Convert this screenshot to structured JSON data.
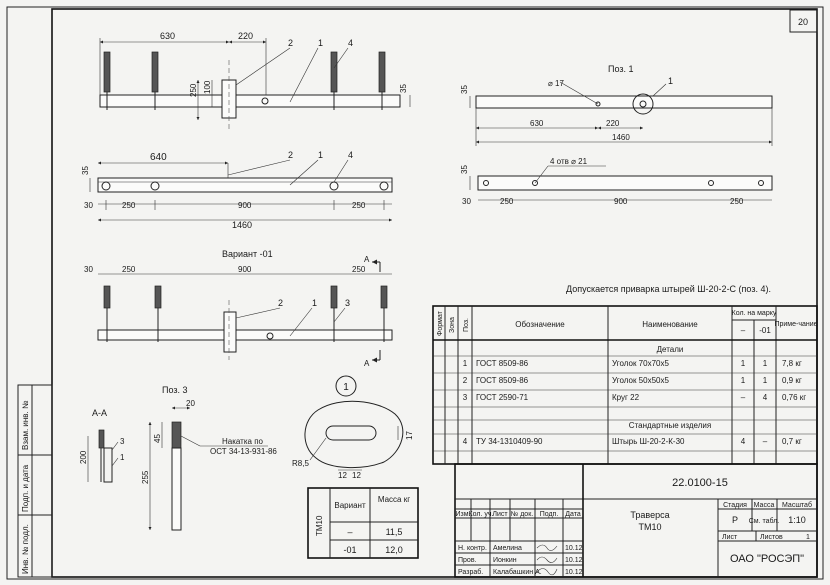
{
  "sheet": {
    "page_number": "20",
    "note": "Допускается приварка штырей Ш-20-2-С (поз. 4).",
    "doc_code": "22.0100-15"
  },
  "views": {
    "pos1_title": "Поз. 1",
    "variant_title": "Вариант -01",
    "pos3_title": "Поз. 3",
    "section_label": "А-А",
    "section_mark": "А",
    "detail_circle": "1",
    "holes_label": "4 отв ⌀ 21",
    "diam_label": "⌀ 17",
    "weld_note_1": "Накатка по",
    "weld_note_2": "ОСТ 34-13-931-86",
    "radius_label": "R8,5"
  },
  "dims": {
    "d630": "630",
    "d220": "220",
    "d250": "250",
    "d100": "100",
    "d35": "35",
    "d640": "640",
    "d900": "900",
    "d1460": "1460",
    "d30": "30",
    "d20": "20",
    "d200": "200",
    "d45": "45",
    "d255": "255",
    "d17": "17",
    "d12": "12",
    "pos_1": "1",
    "pos_2": "2",
    "pos_3": "3",
    "pos_4": "4"
  },
  "spec": {
    "headers": {
      "format": "Формат",
      "zone": "Зона",
      "pos": "Поз.",
      "designation": "Обозначение",
      "name": "Наименование",
      "qty": "Кол. на марку",
      "qty_a": "–",
      "qty_b": "-01",
      "remark": "Приме-чание"
    },
    "sections": [
      "Детали",
      "Стандартные изделия"
    ],
    "rows": [
      {
        "pos": "1",
        "designation": "ГОСТ 8509-86",
        "name": "Уголок 70х70х5",
        "q1": "1",
        "q2": "1",
        "note": "7,8 кг"
      },
      {
        "pos": "2",
        "designation": "ГОСТ 8509-86",
        "name": "Уголок 50х50х5",
        "q1": "1",
        "q2": "1",
        "note": "0,9 кг"
      },
      {
        "pos": "3",
        "designation": "ГОСТ 2590-71",
        "name": "Круг 22",
        "q1": "–",
        "q2": "4",
        "note": "0,76 кг"
      },
      {
        "pos": "4",
        "designation": "ТУ 34-1310409-90",
        "name": "Штырь Ш-20-2-К-30",
        "q1": "4",
        "q2": "–",
        "note": "0,7 кг"
      }
    ]
  },
  "mass_table": {
    "mark": "ТМ10",
    "col_variant": "Вариант",
    "col_mass": "Масса кг",
    "rows": [
      {
        "variant": "–",
        "mass": "11,5"
      },
      {
        "variant": "-01",
        "mass": "12,0"
      }
    ]
  },
  "title_block": {
    "cols": [
      "Изм.",
      "Кол. уч.",
      "Лист",
      "№ док.",
      "Подп.",
      "Дата"
    ],
    "roles": [
      {
        "role": "Н. контр.",
        "name": "Амелина",
        "date": "10.12"
      },
      {
        "role": "Пров.",
        "name": "Ионкин",
        "date": "10.12"
      },
      {
        "role": "Разраб.",
        "name": "Калабашкин А.",
        "date": "10.12"
      }
    ],
    "product_name": "Траверса",
    "product_mark": "ТМ10",
    "stage_label": "Стадия",
    "mass_label": "Масса",
    "scale_label": "Масштаб",
    "stage": "Р",
    "mass_value": "См. табл.",
    "scale": "1:10",
    "sheet_label": "Лист",
    "sheets_label": "Листов",
    "sheets": "1",
    "company": "ОАО \"РОСЭП\""
  },
  "side_stamp": {
    "labels": [
      "Взам. инв. №",
      "Подп. и дата",
      "Инв. № подл."
    ]
  }
}
